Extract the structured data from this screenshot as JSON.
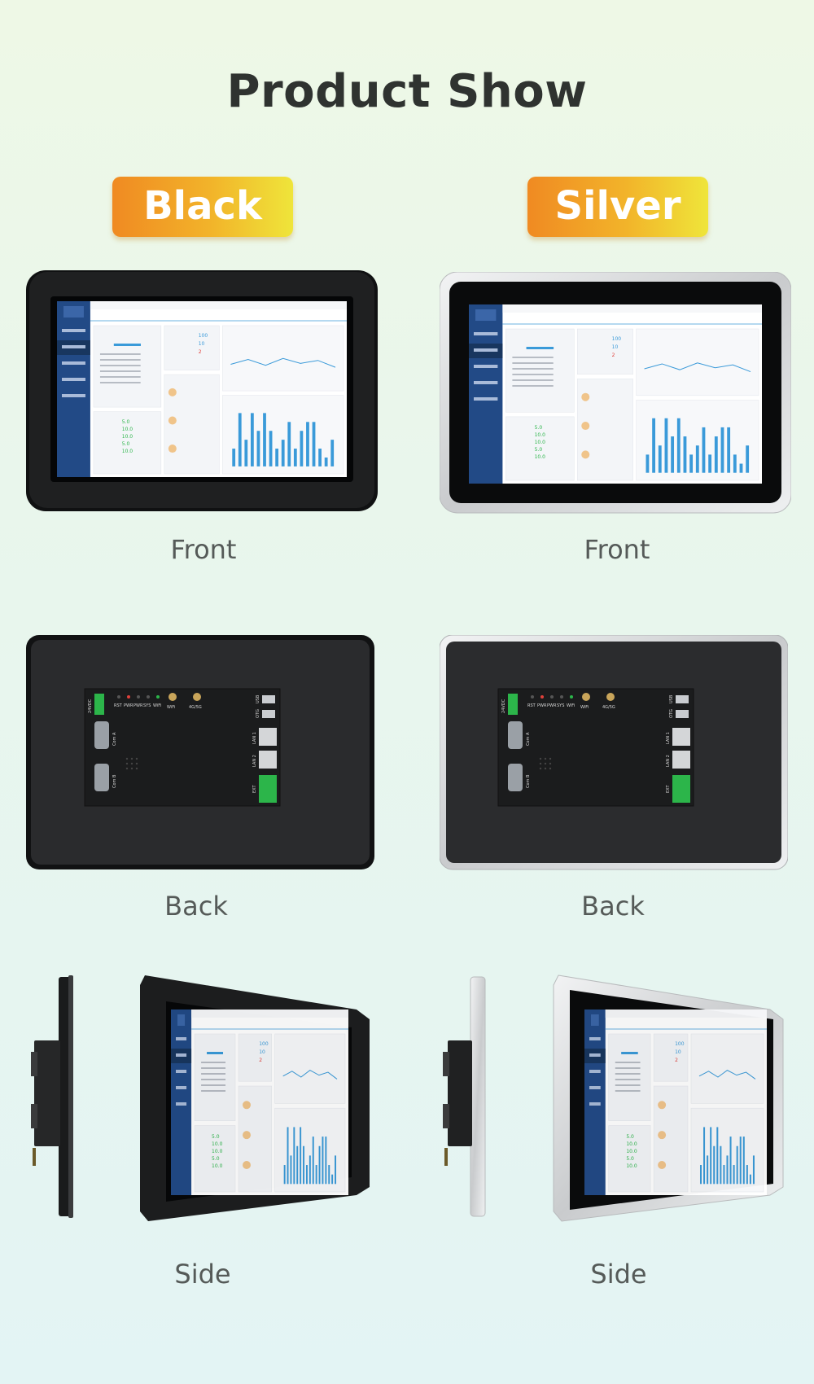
{
  "title": "Product Show",
  "variants": [
    {
      "label": "Black",
      "bezel": "#1f2021"
    },
    {
      "label": "Silver",
      "bezel": "#d6d8da"
    }
  ],
  "captions": {
    "black_front": "Front",
    "silver_front": "Front",
    "black_back": "Back",
    "silver_back": "Back",
    "black_side": "Side",
    "silver_side": "Side"
  },
  "back_panel": {
    "power_label": "24VDC",
    "leds": [
      "RST",
      "PWR",
      "PWR",
      "SYS",
      "WiFi"
    ],
    "wifi_label": "WiFi",
    "cell_label": "4G/5G",
    "com_a": "Com A",
    "com_b": "Com B",
    "usb_labels": [
      "USB",
      "OTG"
    ],
    "lan_labels": [
      "LAN 1",
      "LAN 2"
    ],
    "ext_label": "EXT"
  },
  "screen_ui": {
    "bars": [
      2,
      6,
      3,
      6,
      4,
      6,
      4,
      2,
      3,
      5,
      2,
      4,
      5,
      5,
      2,
      1,
      3
    ],
    "line": [
      30,
      40,
      28,
      42,
      32,
      38,
      24
    ],
    "values": [
      "100",
      "10",
      "2"
    ],
    "green_values": [
      "5.0",
      "10.0",
      "10.0",
      "5.0",
      "10.0"
    ]
  },
  "colors": {
    "sidebar": "#224a86",
    "accent": "#3a9ad9",
    "green": "#2cb54a",
    "red": "#e0413b"
  }
}
